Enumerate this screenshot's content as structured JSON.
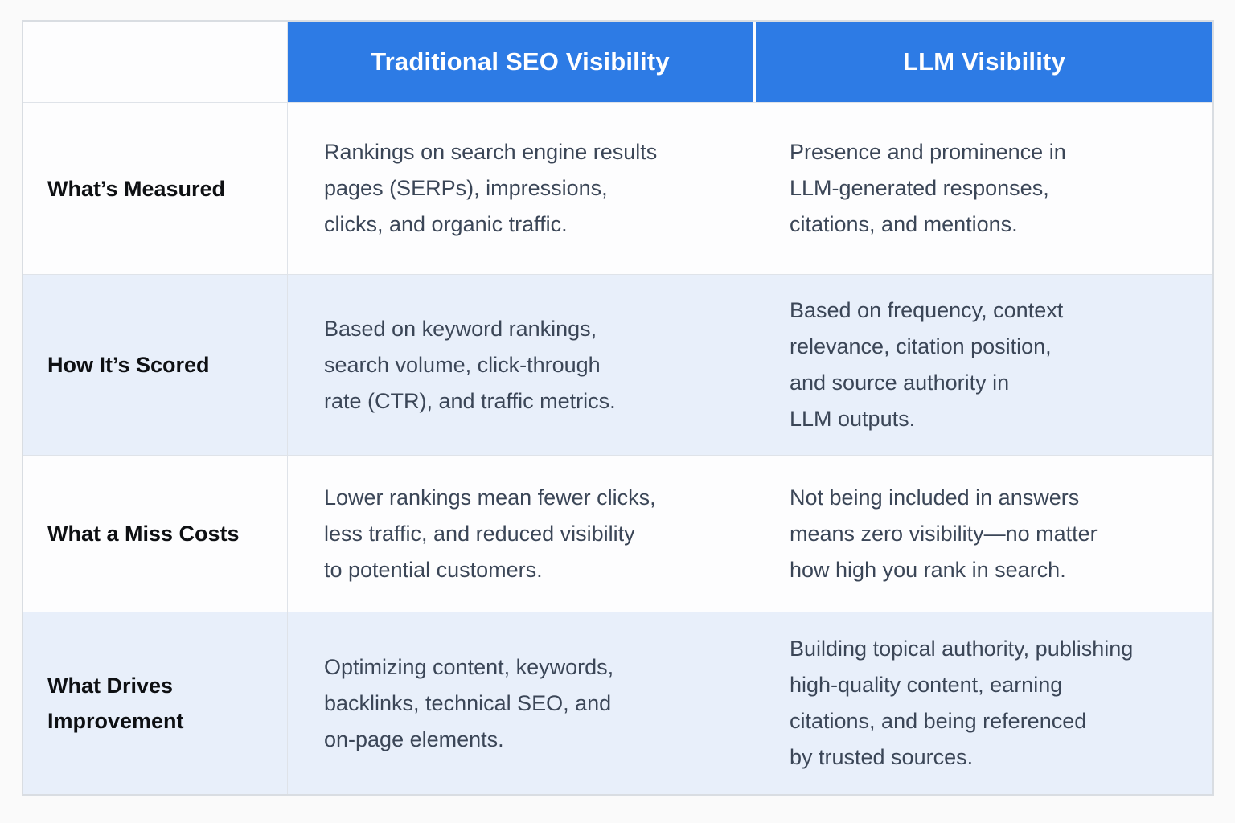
{
  "theme": {
    "header_bg": "#2D7BE5",
    "header_text": "#FFFFFF",
    "row_bg": "#FDFDFE",
    "row_alt_bg": "#E8EFFA",
    "body_text": "#3B4657",
    "label_text": "#0E1013",
    "border": "#DFE3E9",
    "page_bg": "#FAFAFA"
  },
  "table": {
    "columns": [
      {
        "label": ""
      },
      {
        "label": "Traditional SEO Visibility"
      },
      {
        "label": "LLM Visibility"
      }
    ],
    "rows": [
      {
        "label": "What’s Measured",
        "seo": "Rankings on search engine results\npages (SERPs), impressions,\nclicks, and organic traffic.",
        "llm": "Presence and prominence in\nLLM-generated responses,\ncitations, and mentions."
      },
      {
        "label": "How It’s Scored",
        "seo": "Based on keyword rankings,\nsearch volume, click-through\nrate (CTR), and traffic metrics.",
        "llm": "Based on frequency, context\nrelevance, citation position,\nand source authority in\nLLM outputs."
      },
      {
        "label": "What a Miss Costs",
        "seo": "Lower rankings mean fewer clicks,\nless traffic, and reduced visibility\nto potential customers.",
        "llm": "Not being included in answers\nmeans zero visibility—no matter\nhow high you rank in search."
      },
      {
        "label": "What Drives\nImprovement",
        "seo": "Optimizing content, keywords,\nbacklinks, technical SEO, and\non-page elements.",
        "llm": "Building topical authority, publishing\nhigh-quality content, earning\ncitations, and being referenced\nby trusted sources."
      }
    ]
  }
}
